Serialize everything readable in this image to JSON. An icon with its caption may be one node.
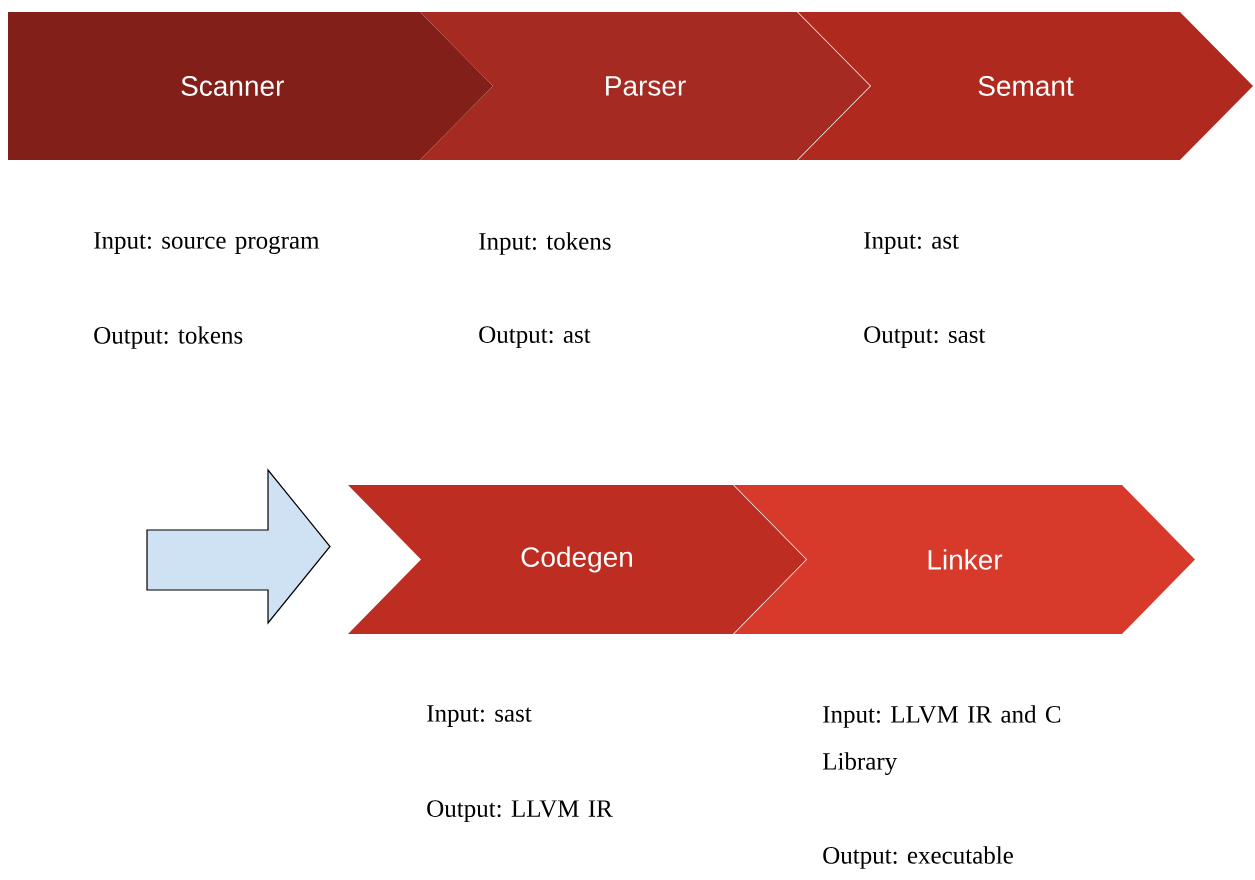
{
  "diagram": {
    "nodes": [
      {
        "text": [
          "Scanner"
        ],
        "beside": [
          "Input: source program",
          "Output: tokens"
        ]
      },
      {
        "text": [
          "Parser"
        ],
        "beside": [
          "Input: tokens",
          "Output: ast"
        ]
      },
      {
        "text": [
          "Semant"
        ],
        "beside": [
          "Input: ast",
          "Output: sast"
        ]
      },
      {
        "text": [],
        "shape": "arrow"
      },
      {
        "text": [
          "Codegen"
        ],
        "beside": [
          "Input: sast",
          "Output: LLVM IR"
        ]
      },
      {
        "text": [
          "Linker"
        ],
        "beside": [
          "Input: LLVM IR and C Library",
          "Output: executable"
        ]
      }
    ]
  }
}
